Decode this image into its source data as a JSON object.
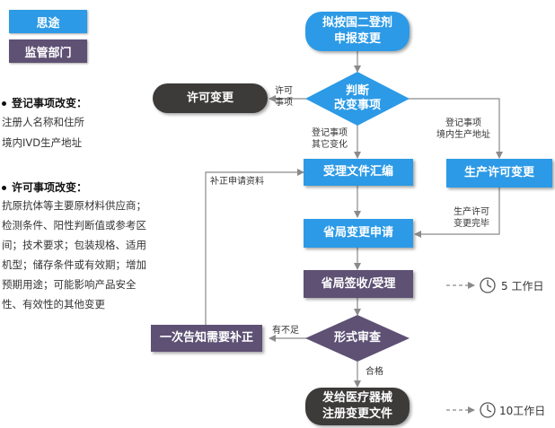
{
  "legend": {
    "approach": {
      "label": "思途",
      "color": "#2c9ae6"
    },
    "authority": {
      "label": "监管部门",
      "color": "#5e5174"
    }
  },
  "left_panel": {
    "registration": {
      "heading": "登记事项改变：",
      "lines": [
        "注册人名称和住所",
        "境内IVD生产地址"
      ]
    },
    "license": {
      "heading": "许可事项改变：",
      "lines": [
        "抗原抗体等主要原材料供应商；",
        "检测条件、阳性判断值或参考区",
        "间；技术要求；包装规格、适用",
        "机型；储存条件或有效期；增加",
        "预期用途；可能影响产品安全",
        "性、有效性的其他变更"
      ]
    }
  },
  "nodes": {
    "start": [
      "拟按国二登剂",
      "申报变更"
    ],
    "decision": [
      "判断",
      "改变事项"
    ],
    "license_change": "许可变更",
    "compile": "受理文件汇编",
    "production_change": "生产许可变更",
    "provincial_apply": "省局变更申请",
    "provincial_receive": "省局签收/受理",
    "formal_review": "形式审查",
    "notify": "一次告知需要补正",
    "issue": [
      "发给医疗器械",
      "注册变更文件"
    ]
  },
  "edge_labels": {
    "license_items": [
      "许可",
      "事项"
    ],
    "registration_other": [
      "登记事项",
      "其它变化"
    ],
    "registration_domestic": [
      "登记事项",
      "境内生产地址"
    ],
    "supplement": "补正申请资料",
    "production_done": [
      "生产许可",
      "变更完毕"
    ],
    "insufficient": "有不足",
    "qualified": "合格"
  },
  "timeline": {
    "receive_days": "5 工作日",
    "issue_days": "10工作日"
  },
  "colors": {
    "blue": "#2c9ae6",
    "purple": "#5e5174",
    "dark": "#3d3a3a",
    "arrow": "#8a8a8a"
  }
}
